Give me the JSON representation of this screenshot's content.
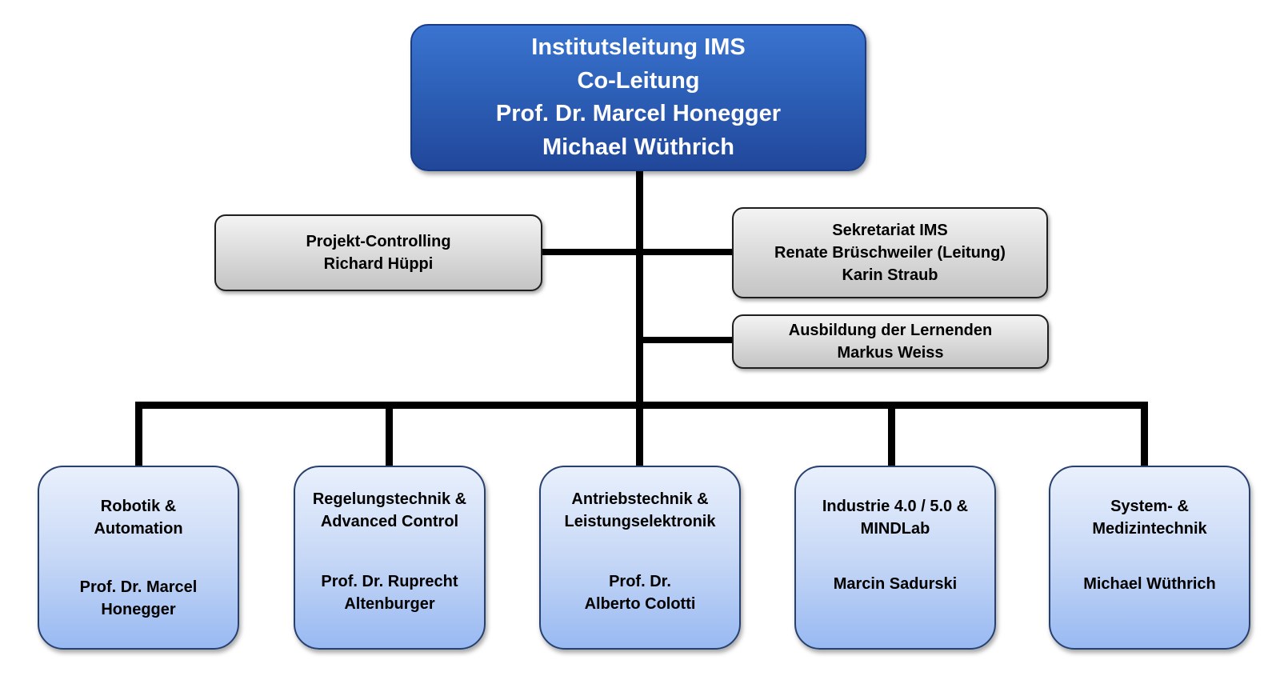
{
  "top": {
    "line1": "Institutsleitung IMS",
    "line2": "Co-Leitung",
    "line3": "Prof. Dr. Marcel Honegger",
    "line4": "Michael Wüthrich"
  },
  "staff": {
    "controlling": {
      "title": "Projekt-Controlling",
      "person": "Richard Hüppi"
    },
    "sekretariat": {
      "title": "Sekretariat IMS",
      "person1": "Renate  Brüschweiler (Leitung)",
      "person2": "Karin Straub"
    },
    "ausbildung": {
      "title": "Ausbildung der Lernenden",
      "person": "Markus Weiss"
    }
  },
  "units": [
    {
      "title1": "Robotik &",
      "title2": "Automation",
      "person1": "Prof. Dr. Marcel",
      "person2": "Honegger"
    },
    {
      "title1": "Regelungstechnik &",
      "title2": "Advanced Control",
      "person1": "Prof. Dr.  Ruprecht",
      "person2": "Altenburger"
    },
    {
      "title1": "Antriebstechnik &",
      "title2": "Leistungselektronik",
      "person1": "Prof. Dr.",
      "person2": "Alberto Colotti"
    },
    {
      "title1": "Industrie 4.0 / 5.0 &",
      "title2": "MINDLab",
      "person1": "Marcin Sadurski",
      "person2": ""
    },
    {
      "title1": "System- &",
      "title2": "Medizintechnik",
      "person1": "Michael Wüthrich",
      "person2": ""
    }
  ]
}
